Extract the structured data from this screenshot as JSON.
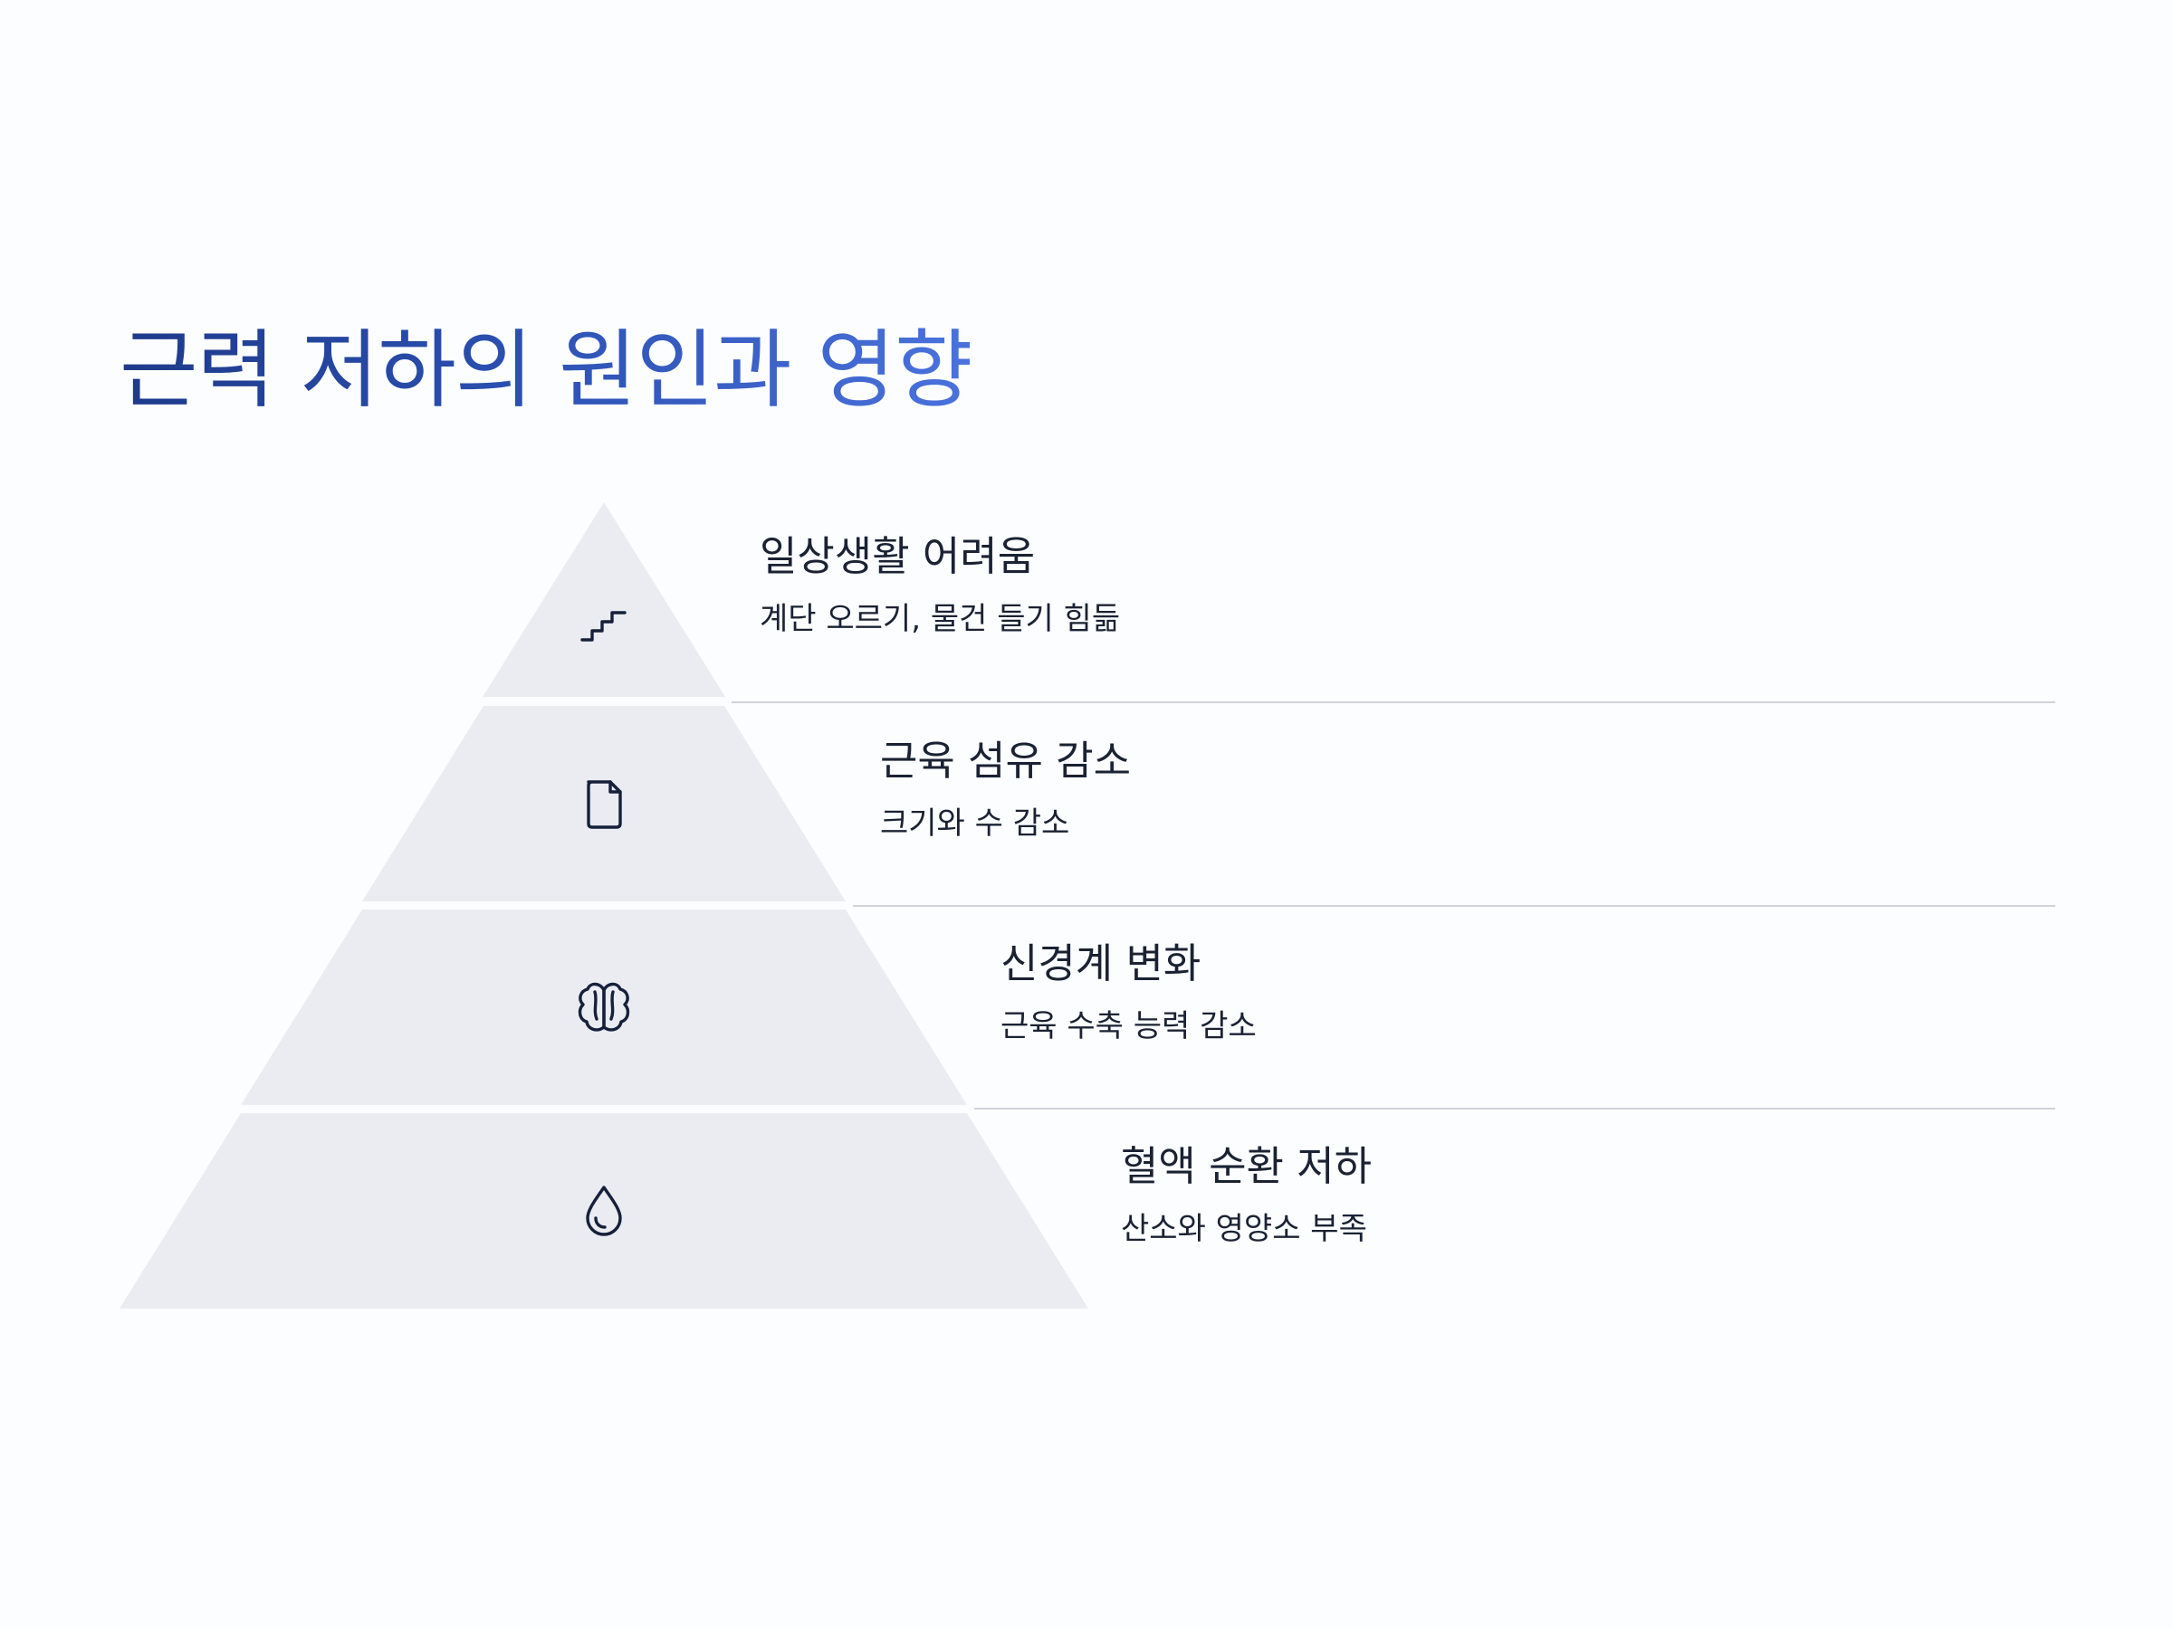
{
  "title": "근력 저하의 원인과 영향",
  "colors": {
    "background": "#fcfdfe",
    "title_gradient_start": "#1e3a8a",
    "title_gradient_end": "#4a72dd",
    "pyramid_fill": "#eaecf2",
    "divider": "#cfd2d8",
    "text": "#1a2233",
    "icon_stroke": "#16203a"
  },
  "levels": [
    {
      "heading": "일상생활 어려움",
      "description": "계단 오르기, 물건 들기 힘듦",
      "icon": "stairs-icon"
    },
    {
      "heading": "근육 섬유 감소",
      "description": "크기와 수 감소",
      "icon": "document-icon"
    },
    {
      "heading": "신경계 변화",
      "description": "근육 수축 능력 감소",
      "icon": "brain-icon"
    },
    {
      "heading": "혈액 순환 저하",
      "description": "산소와 영양소 부족",
      "icon": "droplet-icon"
    }
  ]
}
